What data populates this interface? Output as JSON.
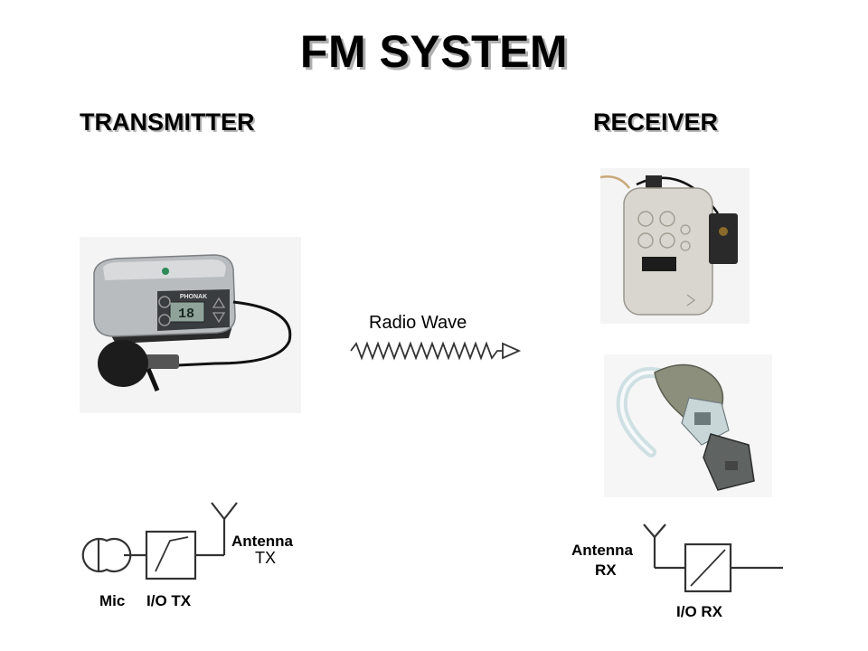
{
  "slide": {
    "title": "FM SYSTEM"
  },
  "transmitter": {
    "heading": "TRANSMITTER",
    "device_brand": "PHONAK",
    "device_display": "18",
    "schematic": {
      "mic_label": "Mic",
      "io_label": "I/O TX",
      "antenna_label": "Antenna",
      "antenna_sub": "TX"
    }
  },
  "link": {
    "label": "Radio Wave"
  },
  "receiver": {
    "heading": "RECEIVER",
    "schematic": {
      "antenna_label": "Antenna",
      "antenna_sub": "RX",
      "io_label": "I/O RX"
    }
  },
  "colors": {
    "device_silver": "#b9bcbf",
    "device_dark": "#2a2a2a",
    "receiver_body": "#d9d6cf",
    "hearing_aid": "#8c8f7c",
    "text_shadow": "#b0b0b0"
  }
}
